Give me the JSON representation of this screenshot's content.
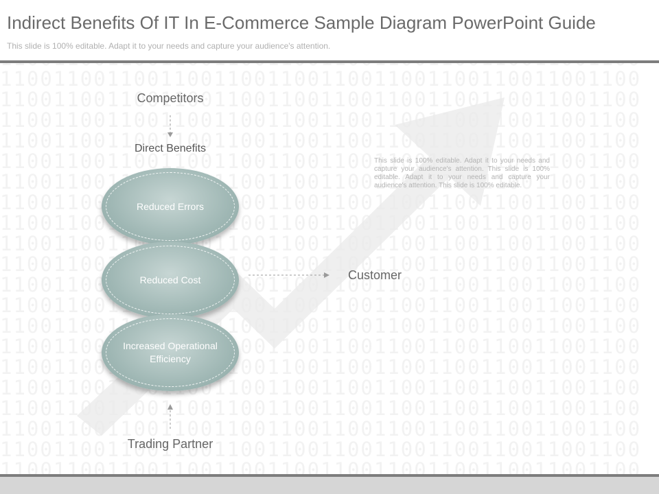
{
  "slide": {
    "title": "Indirect Benefits Of IT In E-Commerce Sample Diagram PowerPoint Guide",
    "subtitle": "This slide is 100% editable. Adapt it to your needs and capture your audience's attention."
  },
  "diagram": {
    "competitors": "Competitors",
    "direct_benefits": "Direct Benefits",
    "customer": "Customer",
    "trading_partner": "Trading Partner",
    "benefits": [
      {
        "label": "Reduced Errors"
      },
      {
        "label": "Reduced Cost"
      },
      {
        "label": "Increased Operational Efficiency"
      }
    ],
    "note": "This slide is 100% editable. Adapt it to your needs and capture your audience's attention. This slide is 100% editable. Adapt it to your needs and capture your audience's attention. This slide is 100% editable."
  },
  "colors": {
    "ellipse_fill": "#9fb7b4",
    "title_text": "#6a6a6a",
    "rule": "#7d7d7d",
    "footer_band": "#d6d6d6"
  }
}
